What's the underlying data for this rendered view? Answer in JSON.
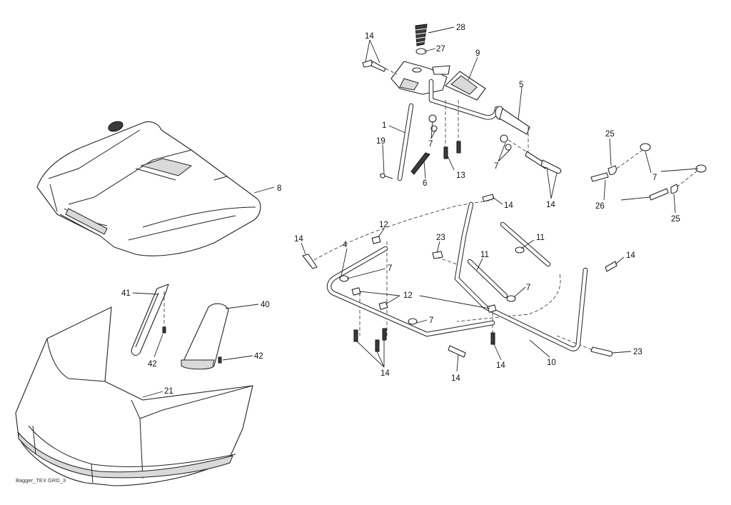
{
  "drawing": {
    "caption": "Bagger_TEX GRD_3",
    "callouts": {
      "c28": "28",
      "c27": "27",
      "c9": "9",
      "c14a": "14",
      "c5": "5",
      "c1": "1",
      "c19": "19",
      "c7a": "7",
      "c13": "13",
      "c6": "6",
      "c7b": "7",
      "c14b": "14",
      "c25a": "25",
      "c7c": "7",
      "c26": "26",
      "c25b": "25",
      "c8": "8",
      "c14c": "14",
      "c12a": "12",
      "c14d": "14",
      "c4": "4",
      "c23a": "23",
      "c11a": "11",
      "c11b": "11",
      "c14e": "14",
      "c7d": "7",
      "c7e": "7",
      "c41": "41",
      "c12b": "12",
      "c40": "40",
      "c7f": "7",
      "c42a": "42",
      "c42b": "42",
      "c14f": "14",
      "c14g": "14",
      "c14h": "14",
      "c10": "10",
      "c23b": "23",
      "c21": "21"
    }
  }
}
